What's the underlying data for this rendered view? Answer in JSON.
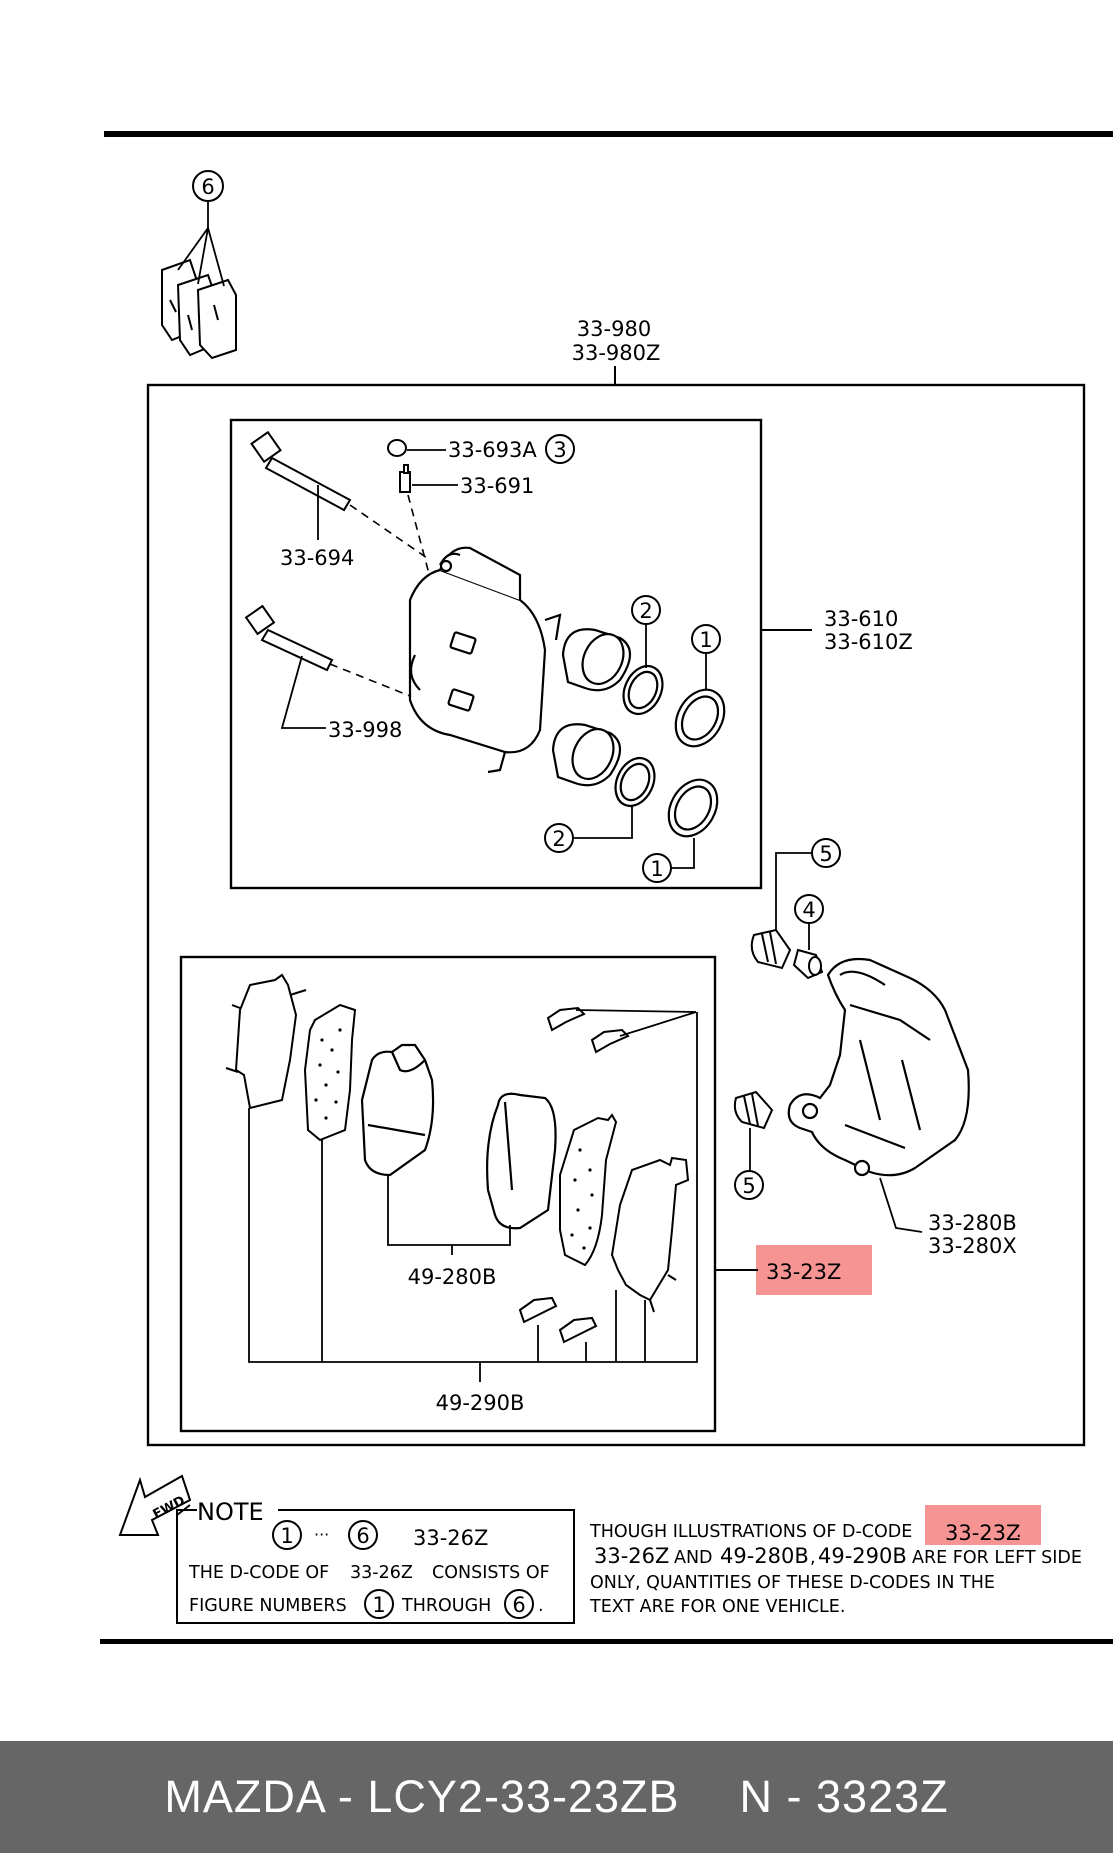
{
  "callouts": {
    "assembly_top": [
      "33-980",
      "33-980Z"
    ],
    "cap": "33-693A",
    "bleeder": "33-691",
    "guide_pin_upper": "33-694",
    "guide_pin_lower": "33-998",
    "caliper": [
      "33-610",
      "33-610Z"
    ],
    "bracket": [
      "33-280B",
      "33-280X"
    ],
    "pad_kit_highlighted": "33-23Z",
    "pads_inner": "49-280B",
    "pads_outer": "49-290B"
  },
  "figure_numbers": {
    "n1": "1",
    "n2": "2",
    "n3": "3",
    "n4": "4",
    "n5": "5",
    "n6": "6"
  },
  "fwd_label": "FWD",
  "note": {
    "title": "NOTE",
    "range_from": "1",
    "range_dots": "···",
    "range_to": "6",
    "code": "33-26Z",
    "line1_a": "THE D-CODE OF",
    "line1_code": "33-26Z",
    "line1_b": "CONSISTS OF",
    "line2_a": "FIGURE NUMBERS",
    "line2_from": "1",
    "line2_mid": "THROUGH",
    "line2_to": "6",
    "line2_end": "."
  },
  "remark": {
    "line1_a": "THOUGH ILLUSTRATIONS OF D-CODE",
    "line1_code": "33-23Z",
    "line1_end": ".",
    "line2_a": "33-26Z",
    "line2_b": "AND",
    "line2_c": "49-280B",
    "line2_d": ",",
    "line2_e": "49-290B",
    "line2_f": "ARE FOR LEFT SIDE",
    "line3": "ONLY, QUANTITIES OF THESE D-CODES IN THE",
    "line4": "TEXT ARE FOR ONE VEHICLE."
  },
  "highlight_color": "#f48080",
  "footer": {
    "part": "MAZDA - LCY2-33-23ZB",
    "code": "N - 3323Z"
  }
}
